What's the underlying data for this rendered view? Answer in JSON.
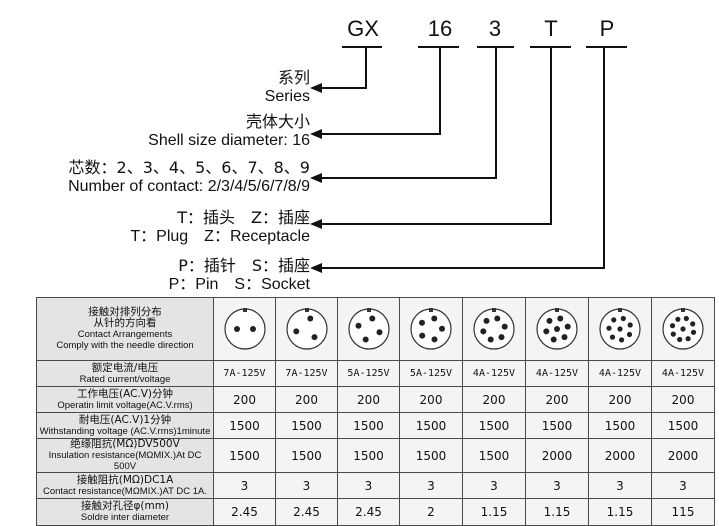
{
  "code": {
    "segments": [
      "GX",
      "16",
      "3",
      "T",
      "P"
    ]
  },
  "labels": [
    {
      "cn": "系列",
      "en": "Series"
    },
    {
      "cn": "壳体大小",
      "en": "Shell size diameter: 16"
    },
    {
      "cn": "芯数：2、3、4、5、6、7、8、9",
      "en": "Number of contact: 2/3/4/5/6/7/8/9"
    },
    {
      "cn": "T：插头　Z：插座",
      "en": "T：Plug　Z：Receptacle"
    },
    {
      "cn": "P：插针　S：插座",
      "en": "P：Pin　S：Socket"
    }
  ],
  "table": {
    "row_headers": [
      {
        "cn": "接触对排列分布",
        "cn2": "从针的方向看",
        "en": "Contact Arrangements",
        "en2": "Comply with the needle direction"
      },
      {
        "cn": "额定电流/电压",
        "en": "Rated current/voltage"
      },
      {
        "cn": "工作电压(AC.V)分钟",
        "en": "Operatin limit voltage(AC.V.rms)"
      },
      {
        "cn": "耐电压(AC.V)1分钟",
        "en": "Withstanding voltage (AC.V.rms)1minute"
      },
      {
        "cn": "绝缘阻抗(MΩ)DV500V",
        "en": "Insulation resistance(MΩMIX.)At DC 500V"
      },
      {
        "cn": "接触阻抗(MΩ)DC1A",
        "en": "Contact resistance(MΩMIX.)AT DC 1A."
      },
      {
        "cn": "接触对孔径φ(mm)",
        "en": "Soldre inter diameter"
      }
    ],
    "pin_counts": [
      2,
      3,
      4,
      5,
      6,
      7,
      8,
      9
    ],
    "rated": [
      "7A-125V",
      "7A-125V",
      "5A-125V",
      "5A-125V",
      "4A-125V",
      "4A-125V",
      "4A-125V",
      "4A-125V"
    ],
    "operating": [
      "200",
      "200",
      "200",
      "200",
      "200",
      "200",
      "200",
      "200"
    ],
    "withstanding": [
      "1500",
      "1500",
      "1500",
      "1500",
      "1500",
      "1500",
      "1500",
      "1500"
    ],
    "insulation": [
      "1500",
      "1500",
      "1500",
      "1500",
      "1500",
      "2000",
      "2000",
      "2000"
    ],
    "contact": [
      "3",
      "3",
      "3",
      "3",
      "3",
      "3",
      "3",
      "3"
    ],
    "diameter": [
      "2.45",
      "2.45",
      "2.45",
      "2",
      "1.15",
      "1.15",
      "1.15",
      "115"
    ]
  }
}
